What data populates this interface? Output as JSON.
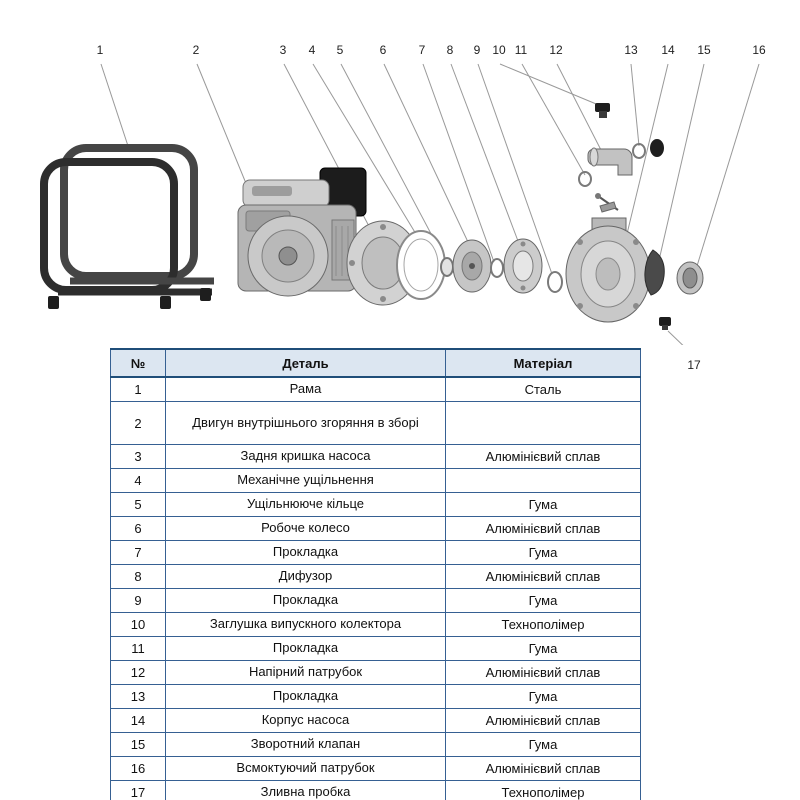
{
  "colors": {
    "table_border": "#366092",
    "table_header_bg": "#dce6f1",
    "diagram_metal": "#c6c6c6",
    "diagram_dark": "#1e1e1e"
  },
  "diagram": {
    "description_names": {
      "frame": "frame-part",
      "engine": "engine-part",
      "rear_cover": "rear-cover-part",
      "mechanical_seal": "mechanical-seal-part",
      "o_ring": "o-ring-part",
      "impeller": "impeller-part",
      "gasket7": "gasket-part",
      "diffuser": "diffuser-part",
      "gasket9": "gasket-part",
      "outlet_plug": "outlet-plug-part",
      "gasket11": "gasket-part",
      "discharge_pipe": "discharge-pipe-part",
      "gasket13": "gasket-part",
      "pump_housing": "pump-housing-part",
      "check_valve": "check-valve-part",
      "suction_pipe": "suction-pipe-part",
      "drain_plug": "drain-plug-part"
    },
    "callouts": [
      "1",
      "2",
      "3",
      "4",
      "5",
      "6",
      "7",
      "8",
      "9",
      "10",
      "11",
      "12",
      "13",
      "14",
      "15",
      "16",
      "17"
    ]
  },
  "table": {
    "headers": [
      "№",
      "Деталь",
      "Матеріал"
    ],
    "rows": [
      {
        "no": "1",
        "part": "Рама",
        "material": "Сталь"
      },
      {
        "no": "2",
        "part": "Двигун внутрішнього згоряння в зборі",
        "material": ""
      },
      {
        "no": "3",
        "part": "Задня кришка насоса",
        "material": "Алюмінієвий сплав"
      },
      {
        "no": "4",
        "part": "Механічне ущільнення",
        "material": ""
      },
      {
        "no": "5",
        "part": "Ущільнююче кільце",
        "material": "Гума"
      },
      {
        "no": "6",
        "part": "Робоче колесо",
        "material": "Алюмінієвий сплав"
      },
      {
        "no": "7",
        "part": "Прокладка",
        "material": "Гума"
      },
      {
        "no": "8",
        "part": "Дифузор",
        "material": "Алюмінієвий сплав"
      },
      {
        "no": "9",
        "part": "Прокладка",
        "material": "Гума"
      },
      {
        "no": "10",
        "part": "Заглушка випускного колектора",
        "material": "Технополімер"
      },
      {
        "no": "11",
        "part": "Прокладка",
        "material": "Гума"
      },
      {
        "no": "12",
        "part": "Напірний патрубок",
        "material": "Алюмінієвий сплав"
      },
      {
        "no": "13",
        "part": "Прокладка",
        "material": "Гума"
      },
      {
        "no": "14",
        "part": "Корпус насоса",
        "material": "Алюмінієвий сплав"
      },
      {
        "no": "15",
        "part": "Зворотний клапан",
        "material": "Гума"
      },
      {
        "no": "16",
        "part": "Всмоктуючий патрубок",
        "material": "Алюмінієвий сплав"
      },
      {
        "no": "17",
        "part": "Зливна пробка",
        "material": "Технополімер"
      }
    ]
  }
}
